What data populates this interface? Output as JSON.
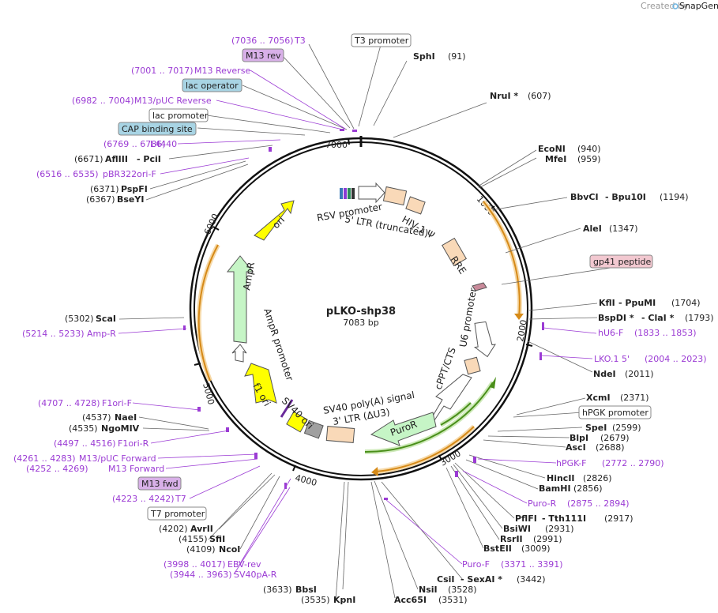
{
  "credit": {
    "text": "Created by",
    "brand": "SnapGene"
  },
  "plasmid": {
    "name": "pLKO-shp38",
    "size": "7083 bp"
  },
  "ticks": [
    "1000",
    "2000",
    "3000",
    "4000",
    "5000",
    "6000",
    "7000"
  ],
  "features": {
    "rsv_promoter": "RSV promoter",
    "ltr5": "5' LTR (truncated)",
    "hiv_psi": "HIV-1 Ψ",
    "rre": "RRE",
    "u6": "U6 promoter",
    "cppt": "cPPT/CTS",
    "puror": "PuroR",
    "sv40_polya": "SV40 poly(A) signal",
    "ltr3": "3' LTR (ΔU3)",
    "sv40_ori": "SV40 ori",
    "f1_ori": "f1 ori",
    "ampr_promoter": "AmpR promoter",
    "ampr": "AmpR",
    "ori": "ori"
  },
  "boxed_labels": {
    "t3_promoter": "T3 promoter",
    "m13_rev": "M13 rev",
    "lac_operator": "lac operator",
    "lac_promoter": "lac promoter",
    "cap_site": "CAP binding site",
    "gp41": "gp41 peptide",
    "hpgk_promoter": "hPGK promoter",
    "m13_fwd": "M13 fwd",
    "t7_promoter": "T7 promoter"
  },
  "colors": {
    "rsv": "#cfa86a",
    "ltr": "#f9d9b8",
    "rre": "#f9d9b8",
    "gp41": "#c98a9a",
    "ori": "#ffff00",
    "ampr": "#c6f5c6",
    "puror": "#c6f5c6",
    "sv40": "#a0a0a0",
    "primer": "#9b3bd4",
    "orange_arc": "#d68a18",
    "green_arc": "#4a8f1a",
    "box_blue": "#a8d4e4",
    "box_purple": "#d8b0e8",
    "box_pink": "#f2c8d0"
  },
  "sites": {
    "t3": {
      "range": "(7036 .. 7056)",
      "name": "T3"
    },
    "sphi": {
      "name": "SphI",
      "pos": "(91)"
    },
    "m13_reverse": {
      "range": "(7001 .. 7017)",
      "name": "M13 Reverse"
    },
    "nrui": {
      "name": "NruI *",
      "pos": "(607)"
    },
    "m13puc_rev": {
      "range": "(6982 .. 7004)",
      "name": "M13/pUC Reverse"
    },
    "econi": {
      "name": "EcoNI",
      "pos": "(940)"
    },
    "mfei": {
      "name": "MfeI",
      "pos": "(959)"
    },
    "l4440": {
      "range": "(6769 .. 6786)",
      "name": "L4440"
    },
    "afliii": {
      "pos": "(6671)",
      "name": "AflIII",
      "name2": "- PciI"
    },
    "bbvci": {
      "name": "BbvCI",
      "name2": "- Bpu10I",
      "pos": "(1194)"
    },
    "pbr322": {
      "range": "(6516 .. 6535)",
      "name": "pBR322ori-F"
    },
    "alei": {
      "name": "AleI",
      "pos": "(1347)"
    },
    "pspfi": {
      "pos": "(6371)",
      "name": "PspFI"
    },
    "bseyi": {
      "pos": "(6367)",
      "name": "BseYI"
    },
    "kfli": {
      "name": "KflI",
      "name2": "- PpuMI",
      "pos": "(1704)"
    },
    "bspdi": {
      "name": "BspDI *",
      "name2": "- ClaI *",
      "pos": "(1793)"
    },
    "scai": {
      "pos": "(5302)",
      "name": "ScaI"
    },
    "hu6f": {
      "name": "hU6-F",
      "range": "(1833 .. 1853)"
    },
    "ampr_primer": {
      "range": "(5214 .. 5233)",
      "name": "Amp-R"
    },
    "lko": {
      "name": "LKO.1 5'",
      "range": "(2004 .. 2023)"
    },
    "ndei": {
      "name": "NdeI",
      "pos": "(2011)"
    },
    "xcmi": {
      "name": "XcmI",
      "pos": "(2371)"
    },
    "f1orif": {
      "range": "(4707 .. 4728)",
      "name": "F1ori-F"
    },
    "naei": {
      "pos": "(4537)",
      "name": "NaeI"
    },
    "ngomiv": {
      "pos": "(4535)",
      "name": "NgoMIV"
    },
    "spei": {
      "name": "SpeI",
      "pos": "(2599)"
    },
    "blpi": {
      "name": "BlpI",
      "pos": "(2679)"
    },
    "f1orir": {
      "range": "(4497 .. 4516)",
      "name": "F1ori-R"
    },
    "asci": {
      "name": "AscI",
      "pos": "(2688)"
    },
    "m13puc_fwd": {
      "range": "(4261 .. 4283)",
      "name": "M13/pUC Forward"
    },
    "hpgkf": {
      "name": "hPGK-F",
      "range": "(2772 .. 2790)"
    },
    "m13_forward": {
      "range": "(4252 .. 4269)",
      "name": "M13 Forward"
    },
    "hincii": {
      "name": "HincII",
      "pos": "(2826)"
    },
    "bamhi": {
      "name": "BamHI",
      "pos": "(2856)"
    },
    "t7": {
      "range": "(4223 .. 4242)",
      "name": "T7"
    },
    "puror_primer": {
      "name": "Puro-R",
      "range": "(2875 .. 2894)"
    },
    "pflfi": {
      "name": "PflFI",
      "name2": "- Tth111I",
      "pos": "(2917)"
    },
    "avrii": {
      "pos": "(4202)",
      "name": "AvrII"
    },
    "bsiwi": {
      "name": "BsiWI",
      "pos": "(2931)"
    },
    "sfii": {
      "pos": "(4155)",
      "name": "SfiI"
    },
    "rsrii": {
      "name": "RsrII",
      "pos": "(2991)"
    },
    "ncoi": {
      "pos": "(4109)",
      "name": "NcoI"
    },
    "bsteii": {
      "name": "BstEII",
      "pos": "(3009)"
    },
    "ebvrev": {
      "range": "(3998 .. 4017)",
      "name": "EBV-rev"
    },
    "purof": {
      "name": "Puro-F",
      "range": "(3371 .. 3391)"
    },
    "sv40pa": {
      "range": "(3944 .. 3963)",
      "name": "SV40pA-R"
    },
    "csii": {
      "name": "CsiI",
      "name2": "- SexAI *",
      "pos": "(3442)"
    },
    "bbsi": {
      "pos": "(3633)",
      "name": "BbsI"
    },
    "nsii": {
      "name": "NsiI",
      "pos": "(3528)"
    },
    "kpni": {
      "pos": "(3535)",
      "name": "KpnI"
    },
    "acc65i": {
      "name": "Acc65I",
      "pos": "(3531)"
    }
  }
}
